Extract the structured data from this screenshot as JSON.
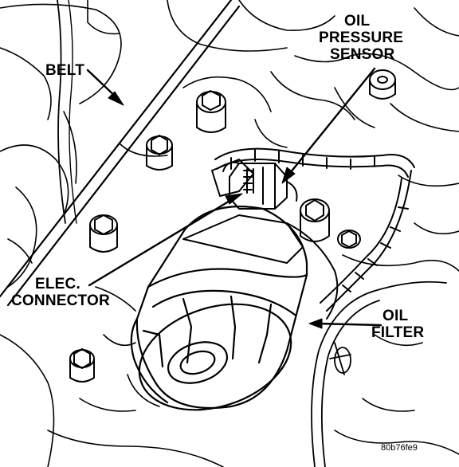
{
  "labels": {
    "belt": "BELT",
    "oil_pressure_sensor": [
      "OIL",
      "PRESSURE",
      "SENSOR"
    ],
    "elec_connector": [
      "ELEC.",
      "CONNECTOR"
    ],
    "oil_filter": [
      "OIL",
      "FILTER"
    ]
  },
  "figure_code": "80b76fe9",
  "colors": {
    "ink": "#000000",
    "paper": "#ffffff"
  }
}
